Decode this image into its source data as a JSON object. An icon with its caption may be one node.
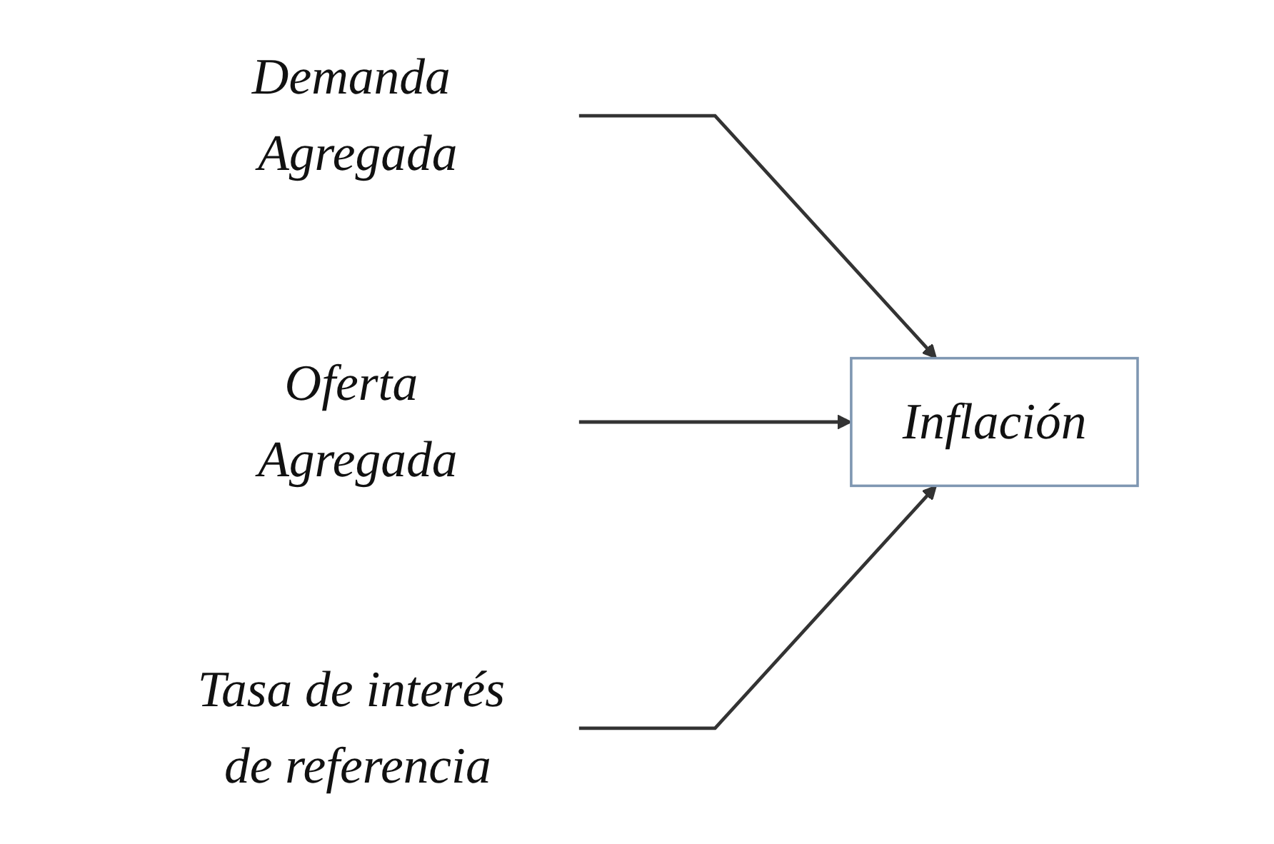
{
  "diagram": {
    "nodes": [
      {
        "text": [
          "Demanda Agregada"
        ]
      },
      {
        "text": [
          "Oferta Agregada"
        ]
      },
      {
        "text": [
          "Tasa de interés de referencia"
        ]
      },
      {
        "text": [
          "Inflación"
        ]
      }
    ],
    "edges": [
      {
        "from": 0,
        "to": 3,
        "arrow": "to"
      },
      {
        "from": 1,
        "to": 3,
        "arrow": "to"
      },
      {
        "from": 2,
        "to": 3,
        "arrow": "to"
      }
    ]
  }
}
